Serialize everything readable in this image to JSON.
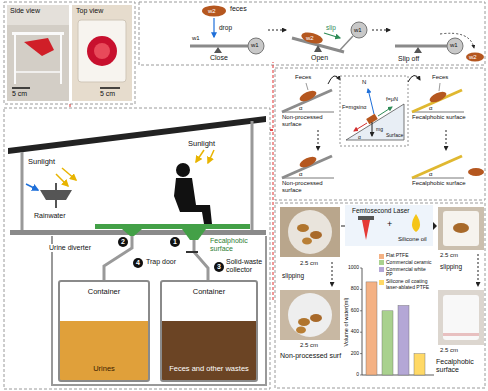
{
  "diagram": {
    "nodes": [
      {
        "text": [
          "Container",
          "Urines"
        ]
      },
      {
        "text": [
          "Container",
          "Feces and other wastes"
        ]
      }
    ],
    "labels": [
      "Side view",
      "5 cm",
      "Top view",
      "5 cm",
      "w2",
      "feces",
      "drop",
      "w1",
      "w1",
      "Close",
      "w2",
      "slip",
      "w1",
      "Open",
      "w1",
      "w2",
      "Slip off",
      "Feces",
      "α",
      "Non-processed surface",
      "N",
      "f=μN",
      "F=mgsinα",
      "mg",
      "Surface",
      "α",
      "Feces",
      "α",
      "Fecalphobic surface",
      "α",
      "Non-processed surface",
      "α",
      "Fecalphobic surface",
      "Sunlight",
      "Sunlight",
      "Rainwater",
      "2",
      "Urine diverter",
      "1",
      "Fecalphobic surface",
      "4",
      "Trap door",
      "3",
      "Solid-waste collector",
      "2.5 cm",
      "slipping",
      "Femtosecond Laser",
      "+",
      "Silicone oil",
      "2.5 cm",
      "slipping",
      "2.5 cm",
      "Non-processed surf",
      "Volume of water(ml)",
      "0",
      "200",
      "400",
      "600",
      "800",
      "1000",
      "2.5 cm",
      "Fecalphobic surface"
    ],
    "legend": [
      {
        "text": "Flat PTFE",
        "color": "#f4b183"
      },
      {
        "text": "Commercial ceramic",
        "color": "#a9d18e"
      },
      {
        "text": "Commercial white PP",
        "color": "#b4a7d6"
      },
      {
        "text": "Silicone oil coating laser-ablated PTFE",
        "color": "#ffd966"
      }
    ]
  }
}
